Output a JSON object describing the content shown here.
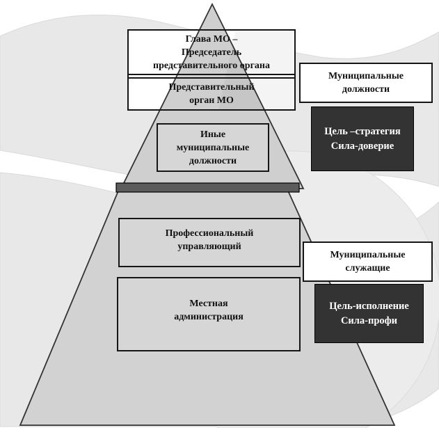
{
  "diagram_title": "Municipal power pyramid",
  "pyramid": {
    "head": {
      "l1": "Глава МО –",
      "l2": "Председатель",
      "l3": "представительного органа"
    },
    "representative_body": {
      "l1": "Представительный",
      "l2": "орган МО"
    },
    "other_positions": {
      "l1": "Иные",
      "l2": "муниципальные",
      "l3": "должности"
    },
    "professional_manager": {
      "l1": "Профессиональный",
      "l2": "управляющий"
    },
    "local_administration": {
      "l1": "Местная",
      "l2": "администрация"
    }
  },
  "legend": {
    "municipal_positions": {
      "l1": "Муниципальные",
      "l2": "должности"
    },
    "positions_principle": {
      "l1": "Цель –стратегия",
      "l2": "Сила-доверие"
    },
    "municipal_employees": {
      "l1": "Муниципальные",
      "l2": "служащие"
    },
    "employees_principle": {
      "l1": "Цель-исполнение",
      "l2": "Сила-профи"
    }
  },
  "colors": {
    "pyramid_fill": "#d2d2d2",
    "upper_pyramid_fill": "#cfcfcf",
    "inner_box_fill": "#d6d6d6",
    "divider_bar": "#5c5c5c",
    "dark_box": "#333333",
    "white_box": "#ffffff",
    "outline": "#151515",
    "wave_fill": "#e8e8e8",
    "circle_fill": "#ececec"
  }
}
